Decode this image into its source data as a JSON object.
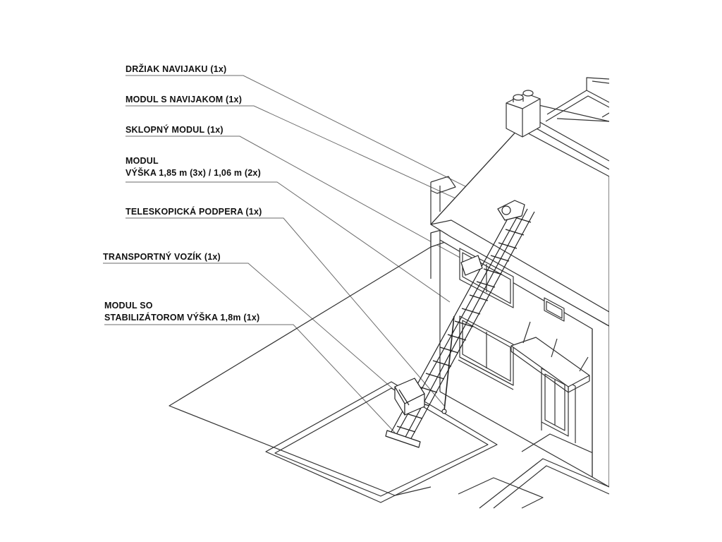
{
  "colors": {
    "line": "#6b6b6b",
    "ink": "#111111",
    "dark": "#222222",
    "background": "#ffffff"
  },
  "labels": [
    {
      "lines": [
        "DRŽIAK NAVIJAKU (1x)"
      ]
    },
    {
      "lines": [
        "MODUL S NAVIJAKOM (1x)"
      ]
    },
    {
      "lines": [
        "SKLOPNÝ MODUL (1x)"
      ]
    },
    {
      "lines": [
        "MODUL",
        "VÝŠKA 1,85 m (3x) / 1,06 m (2x)"
      ]
    },
    {
      "lines": [
        "TELESKOPICKÁ PODPERA (1x)"
      ]
    },
    {
      "lines": [
        "TRANSPORTNÝ VOZÍK (1x)"
      ]
    },
    {
      "lines": [
        "MODUL SO",
        "STABILIZÁTOROM VÝŠKA 1,8m (1x)"
      ]
    }
  ]
}
